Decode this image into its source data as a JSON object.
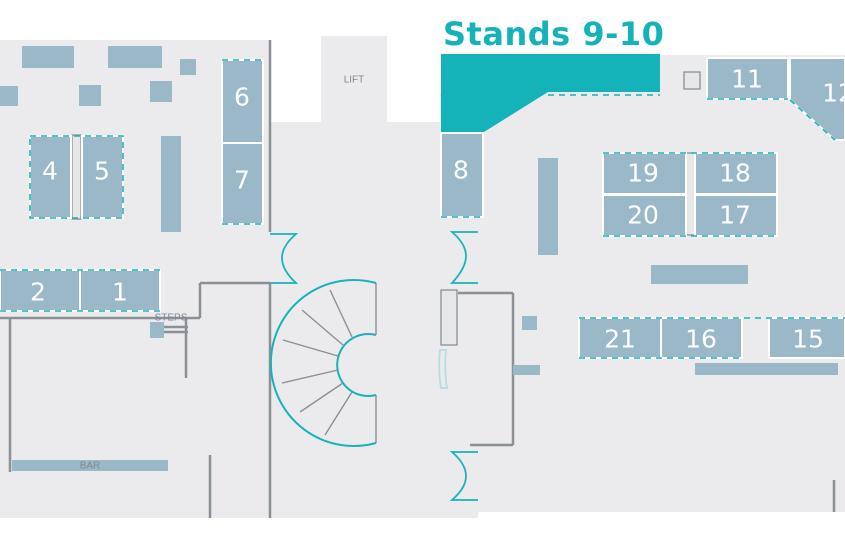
{
  "title": "Stands 9-10",
  "colors": {
    "floor": "#ebebed",
    "stand": "#9ab8c7",
    "highlight": "#14b2b9",
    "accent_text": "#14b2b9",
    "wall": "#8a9094",
    "door": "#19b2ba"
  },
  "highlighted_stands": "9-10",
  "stands": {
    "s1": "1",
    "s2": "2",
    "s4": "4",
    "s5": "5",
    "s6": "6",
    "s7": "7",
    "s8": "8",
    "s11": "11",
    "s12": "12",
    "s15": "15",
    "s16": "16",
    "s17": "17",
    "s18": "18",
    "s19": "19",
    "s20": "20",
    "s21": "21"
  },
  "labels": {
    "lift": "LIFT",
    "steps": "STEPS",
    "bar": "BAR"
  }
}
